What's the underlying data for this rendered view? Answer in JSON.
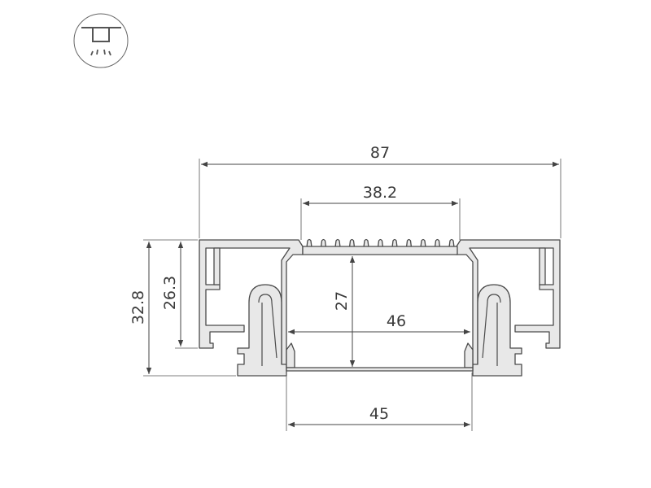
{
  "icon": {
    "name": "ceiling-recessed-light-icon"
  },
  "dimensions": {
    "total_width": "87",
    "heatsink_width": "38.2",
    "inner_width": "46",
    "opening_width": "45",
    "inner_height": "27",
    "total_height": "32.8",
    "flange_height": "26.3"
  },
  "colors": {
    "line": "#444444",
    "profile_fill": "#e8e8e8"
  }
}
